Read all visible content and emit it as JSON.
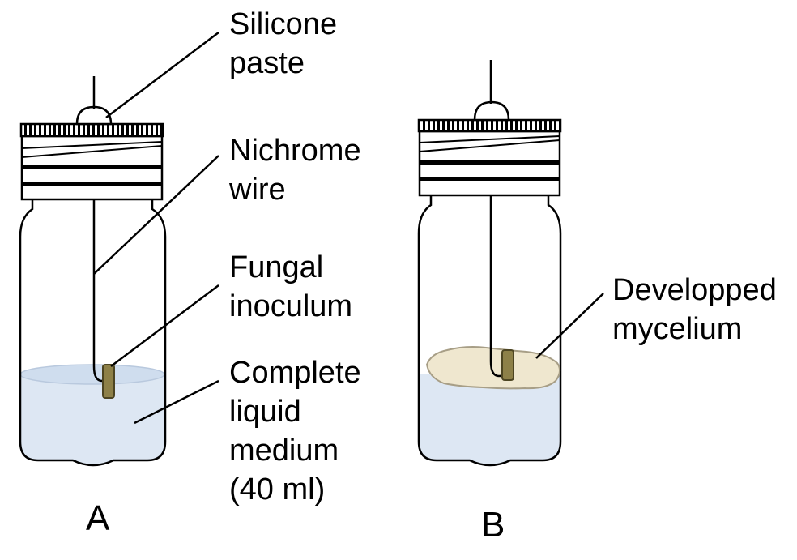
{
  "labels": {
    "silicone_paste": [
      "Silicone",
      "paste"
    ],
    "nichrome_wire": [
      "Nichrome",
      "wire"
    ],
    "fungal_inoculum": [
      "Fungal",
      "inoculum"
    ],
    "liquid_medium": [
      "Complete",
      "liquid",
      "medium",
      "(40 ml)"
    ],
    "developped_mycelium": [
      "Developped",
      "mycelium"
    ]
  },
  "panels": {
    "a": "A",
    "b": "B"
  },
  "colors": {
    "outline": "#000000",
    "liquid": "#dde7f3",
    "liquid_surface": "#cfddee",
    "mycelium": "#efe7cf",
    "mycelium_edge": "#a79e86",
    "inoculum": "#8d8048",
    "inoculum_edge": "#4d4522"
  }
}
